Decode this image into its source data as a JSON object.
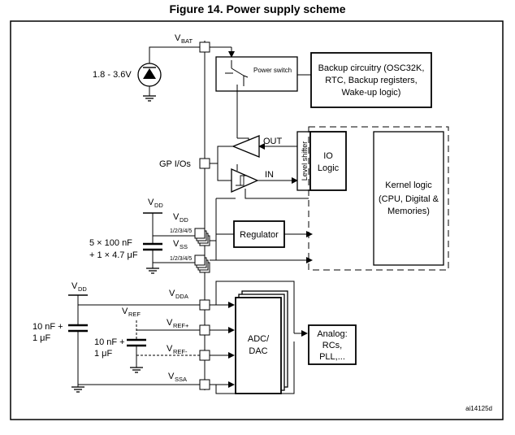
{
  "figure": {
    "title": "Figure 14. Power supply scheme",
    "reference_code": "ai14125d"
  },
  "pins": {
    "vbat_main": "V",
    "vbat_sub": "BAT",
    "gpio": "GP I/Os",
    "vdd_main": "V",
    "vdd_sub": "DD",
    "vdd_pins": "1/2/3/4/5",
    "vss_main": "V",
    "vss_sub": "SS",
    "vss_pins": "1/2/3/4/5",
    "vdda_main": "V",
    "vdda_sub": "DDA",
    "vrefp_main": "V",
    "vrefp_sub": "REF+",
    "vrefm_main": "V",
    "vrefm_sub": "REF-",
    "vssa_main": "V",
    "vssa_sub": "SSA"
  },
  "external": {
    "battery_range": "1.8 - 3.6V",
    "vdd_supply_main": "V",
    "vdd_supply_sub": "DD",
    "decoupling_line1": "5 × 100 nF",
    "decoupling_line2": "+ 1 × 4.7 μF",
    "vdd_analog_main": "V",
    "vdd_analog_sub": "DD",
    "cap_analog_line1": "10 nF +",
    "cap_analog_line2": "1 μF",
    "vref_main": "V",
    "vref_sub": "REF",
    "cap_ref_line1": "10 nF +",
    "cap_ref_line2": "1 μF"
  },
  "blocks": {
    "power_switch": "Power switch",
    "backup_line1": "Backup circuitry (OSC32K,",
    "backup_line2": "RTC, Backup registers,",
    "backup_line3": "Wake-up logic)",
    "out_label": "OUT",
    "in_label": "IN",
    "level_shifter": "Level shifter",
    "io_line1": "IO",
    "io_line2": "Logic",
    "kernel_line1": "Kernel logic",
    "kernel_line2": "(CPU, Digital &",
    "kernel_line3": "Memories)",
    "regulator": "Regulator",
    "adc_line1": "ADC/",
    "adc_line2": "DAC",
    "analog_line1": "Analog:",
    "analog_line2": "RCs,",
    "analog_line3": "PLL,..."
  }
}
